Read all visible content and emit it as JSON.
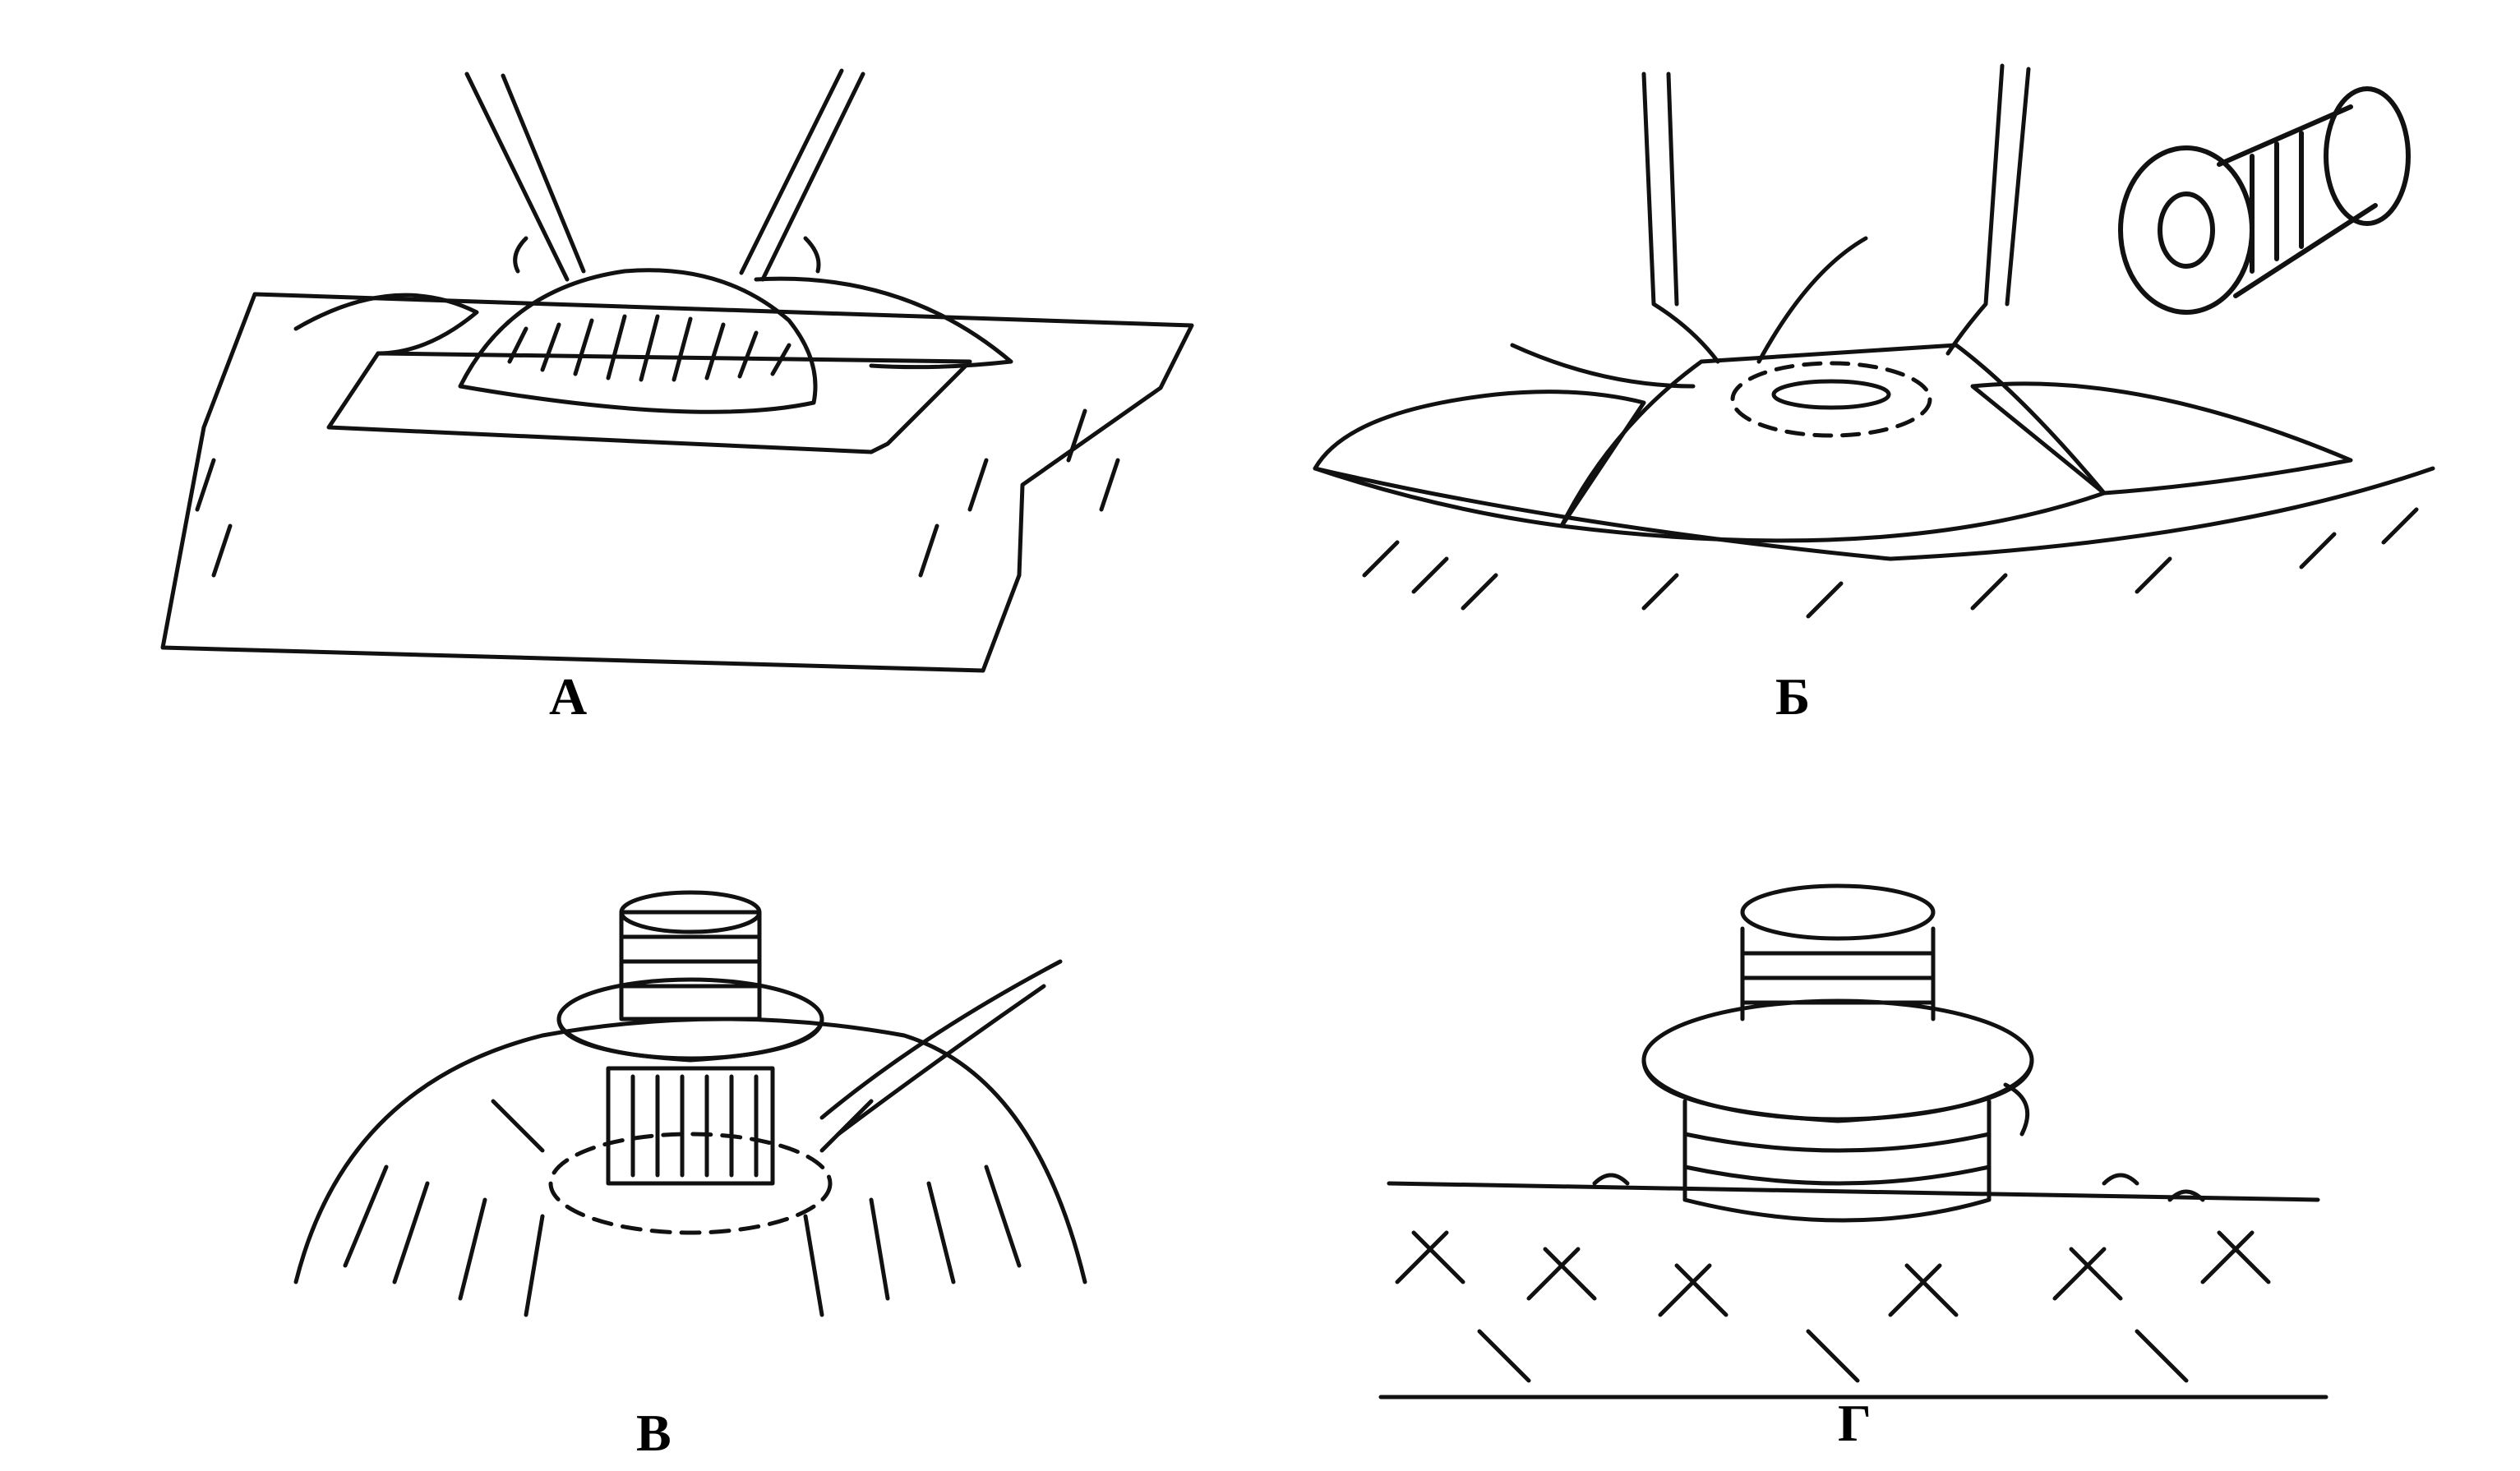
{
  "panels": [
    {
      "id": "a",
      "label": "А"
    },
    {
      "id": "b",
      "label": "Б"
    },
    {
      "id": "v",
      "label": "В"
    },
    {
      "id": "g",
      "label": "Г"
    }
  ],
  "colors": {
    "ink": "#111111",
    "paper": "#ffffff"
  }
}
